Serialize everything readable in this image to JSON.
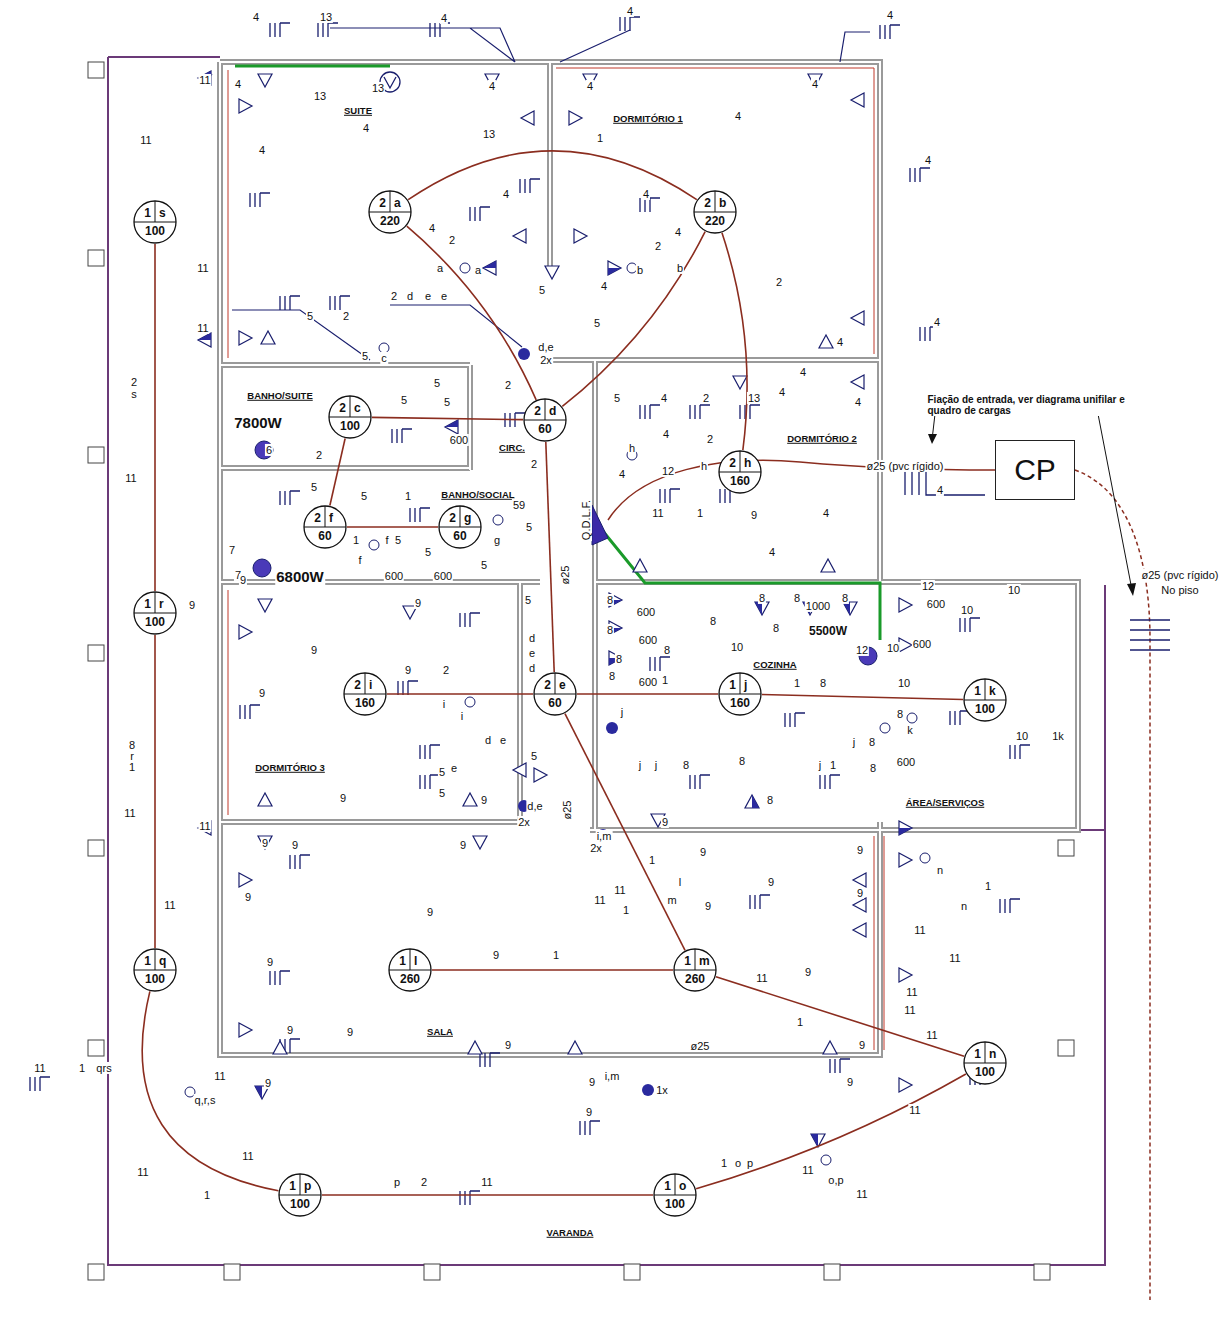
{
  "diagram": {
    "nodes": [
      {
        "text": [
          "2",
          "a",
          "220"
        ]
      },
      {
        "text": [
          "2",
          "b",
          "220"
        ]
      },
      {
        "text": [
          "1",
          "s",
          "100"
        ]
      },
      {
        "text": [
          "2",
          "c",
          "100"
        ]
      },
      {
        "text": [
          "2",
          "d",
          "60"
        ]
      },
      {
        "text": [
          "CP"
        ]
      },
      {
        "text": [
          "2",
          "h",
          "160"
        ]
      },
      {
        "text": [
          "2",
          "f",
          "60"
        ]
      },
      {
        "text": [
          "2",
          "g",
          "60"
        ]
      },
      {
        "text": [
          "1",
          "r",
          "100"
        ]
      },
      {
        "text": [
          "2",
          "i",
          "160"
        ]
      },
      {
        "text": [
          "2",
          "e",
          "60"
        ]
      },
      {
        "text": [
          "1",
          "j",
          "160"
        ]
      },
      {
        "text": [
          "1",
          "k",
          "100"
        ]
      },
      {
        "text": [
          "1",
          "q",
          "100"
        ]
      },
      {
        "text": [
          "1",
          "l",
          "260"
        ]
      },
      {
        "text": [
          "1",
          "m",
          "260"
        ]
      },
      {
        "text": [
          "1",
          "n",
          "100"
        ]
      },
      {
        "text": [
          "1",
          "p",
          "100"
        ]
      },
      {
        "text": [
          "1",
          "o",
          "100"
        ]
      }
    ],
    "edges": [
      {
        "from": 2,
        "to": 9,
        "arrow": "none"
      },
      {
        "from": 9,
        "to": 14,
        "arrow": "none"
      },
      {
        "from": 14,
        "to": 18,
        "arrow": "none"
      },
      {
        "from": 18,
        "to": 19,
        "arrow": "none"
      },
      {
        "from": 19,
        "to": 17,
        "arrow": "none"
      },
      {
        "from": 17,
        "to": 16,
        "arrow": "none"
      },
      {
        "from": 16,
        "to": 15,
        "arrow": "none"
      },
      {
        "from": 16,
        "to": 11,
        "arrow": "none"
      },
      {
        "from": 11,
        "to": 10,
        "arrow": "none"
      },
      {
        "from": 11,
        "to": 12,
        "arrow": "none"
      },
      {
        "from": 12,
        "to": 13,
        "arrow": "none"
      },
      {
        "from": 11,
        "to": 4,
        "arrow": "none"
      },
      {
        "from": 4,
        "to": 3,
        "arrow": "none"
      },
      {
        "from": 4,
        "to": 0,
        "arrow": "none"
      },
      {
        "from": 4,
        "to": 1,
        "arrow": "none"
      },
      {
        "from": 0,
        "to": 1,
        "arrow": "none"
      },
      {
        "from": 3,
        "to": 7,
        "arrow": "none"
      },
      {
        "from": 7,
        "to": 8,
        "arrow": "none"
      },
      {
        "from": 1,
        "to": 6,
        "arrow": "none"
      }
    ],
    "labels": [
      "SUITE",
      "DORMITÓRIO 1",
      "BANHO/SUITE",
      "CIRC.",
      "DORMITÓRIO 2",
      "BANHO/SOCIAL",
      "DORMITÓRIO 3",
      "COZINHA",
      "ÁREA/SERVIÇOS",
      "SALA",
      "VARANDA",
      "7800W",
      "6800W",
      "5500W",
      "Q.D.L.F.",
      "Fiação de entrada, ver diagrama unifilar e quadro de cargas",
      "ø25 (pvc rígido)",
      "ø25 (pvc rígido)",
      "No piso",
      "ø25",
      "ø25",
      "ø25",
      "600",
      "1000",
      "4",
      "13",
      "4",
      "4",
      "4",
      "13",
      "4",
      "4",
      "4",
      "4",
      "4",
      "1",
      "13",
      "4",
      "4",
      "13",
      "2",
      "4",
      "a",
      "a",
      "b",
      "b",
      "2",
      "4",
      "4",
      "4",
      "4",
      "4",
      "4",
      "4",
      "2",
      "5",
      "5",
      "5",
      "2",
      "2",
      "d",
      "e",
      "e",
      "d,e",
      "2x",
      "5",
      "c",
      "5",
      "5",
      "5",
      "2",
      "2",
      "6",
      "2",
      "5",
      "5",
      "1",
      "1",
      "f",
      "f",
      "5",
      "g",
      "5",
      "59",
      "5",
      "600",
      "600",
      "7",
      "7",
      "5",
      "5",
      "d",
      "e",
      "d",
      "9",
      "9",
      "9",
      "9",
      "9",
      "2",
      "i",
      "i",
      "9",
      "5",
      "d",
      "e",
      "e",
      "5",
      "5",
      "9",
      "9",
      "d,e",
      "2x",
      "5",
      "4",
      "2",
      "13",
      "4",
      "4",
      "4",
      "h",
      "4",
      "4",
      "2",
      "h",
      "12",
      "11",
      "1",
      "9",
      "4",
      "4",
      "4",
      "12",
      "600",
      "10",
      "600",
      "10",
      "10",
      "10",
      "10",
      "1k",
      "600",
      "k",
      "j",
      "8",
      "8",
      "1",
      "8",
      "8",
      "600",
      "8",
      "600",
      "8",
      "600",
      "8",
      "8",
      "8",
      "10",
      "8",
      "8",
      "8",
      "8",
      "12",
      "1",
      "j",
      "j",
      "j",
      "8",
      "8",
      "j",
      "1",
      "8",
      "8",
      "11",
      "11",
      "11",
      "11",
      "2",
      "s",
      "11",
      "8",
      "r",
      "1",
      "11",
      "11",
      "11",
      "11",
      "1",
      "qrs",
      "11",
      "q,r,s",
      "11",
      "1",
      "11",
      "9",
      "9",
      "9",
      "9",
      "9",
      "9",
      "9",
      "1",
      "9",
      "9",
      "9",
      "9",
      "9",
      "9",
      "i,m",
      "1x",
      "9",
      "9",
      "11",
      "11",
      "i,m",
      "2x",
      "9",
      "9",
      "1",
      "m",
      "l",
      "11",
      "11",
      "1",
      "9",
      "9",
      "11",
      "1",
      "9",
      "11",
      "9",
      "9",
      "11",
      "11",
      "n",
      "n",
      "1",
      "11",
      "p",
      "2",
      "11",
      "1",
      "o",
      "p",
      "11",
      "o,p",
      "11"
    ]
  }
}
